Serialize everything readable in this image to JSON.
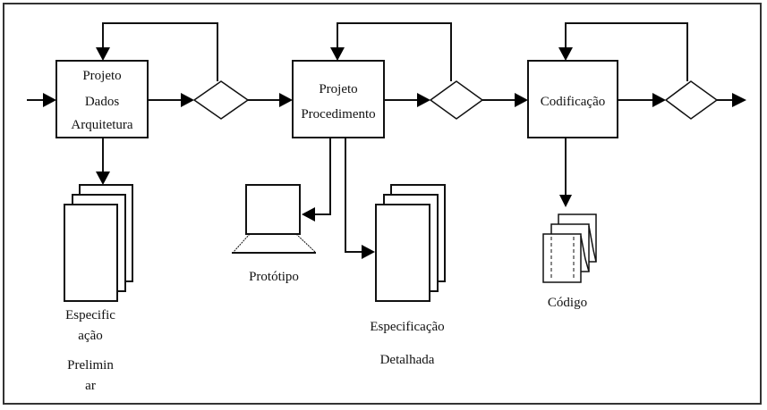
{
  "diagram": {
    "stages": [
      {
        "id": "stage-1",
        "lines": [
          "Projeto",
          "Dados",
          "Arquitetura"
        ]
      },
      {
        "id": "stage-2",
        "lines": [
          "Projeto",
          "Procedimento"
        ]
      },
      {
        "id": "stage-3",
        "lines": [
          "Codificação"
        ]
      }
    ],
    "outputs": {
      "preliminary_spec": {
        "lines": [
          "Especific",
          "ação",
          "Prelimin",
          "ar"
        ]
      },
      "prototype": {
        "label": "Protótipo"
      },
      "detailed_spec": {
        "lines": [
          "Especificação",
          "Detalhada"
        ]
      },
      "code": {
        "label": "Código"
      }
    }
  }
}
